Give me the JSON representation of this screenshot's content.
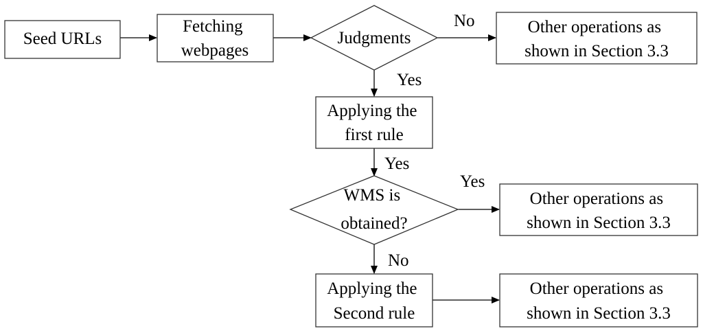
{
  "nodes": {
    "seed_urls": {
      "lines": [
        "Seed URLs"
      ]
    },
    "fetching": {
      "lines": [
        "Fetching",
        "webpages"
      ]
    },
    "judgments": {
      "lines": [
        "Judgments"
      ]
    },
    "other_top": {
      "lines": [
        "Other operations as",
        "shown in Section 3.3"
      ]
    },
    "first_rule": {
      "lines": [
        "Applying the",
        "first rule"
      ]
    },
    "wms": {
      "lines": [
        "WMS is",
        "obtained?"
      ]
    },
    "other_mid": {
      "lines": [
        "Other operations as",
        "shown in Section 3.3"
      ]
    },
    "second_rule": {
      "lines": [
        "Applying the",
        "Second rule"
      ]
    },
    "other_bottom": {
      "lines": [
        "Other operations as",
        "shown in Section 3.3"
      ]
    }
  },
  "edges": {
    "judgments_no": "No",
    "judgments_yes": "Yes",
    "first_rule_yes": "Yes",
    "wms_yes": "Yes",
    "wms_no": "No"
  }
}
